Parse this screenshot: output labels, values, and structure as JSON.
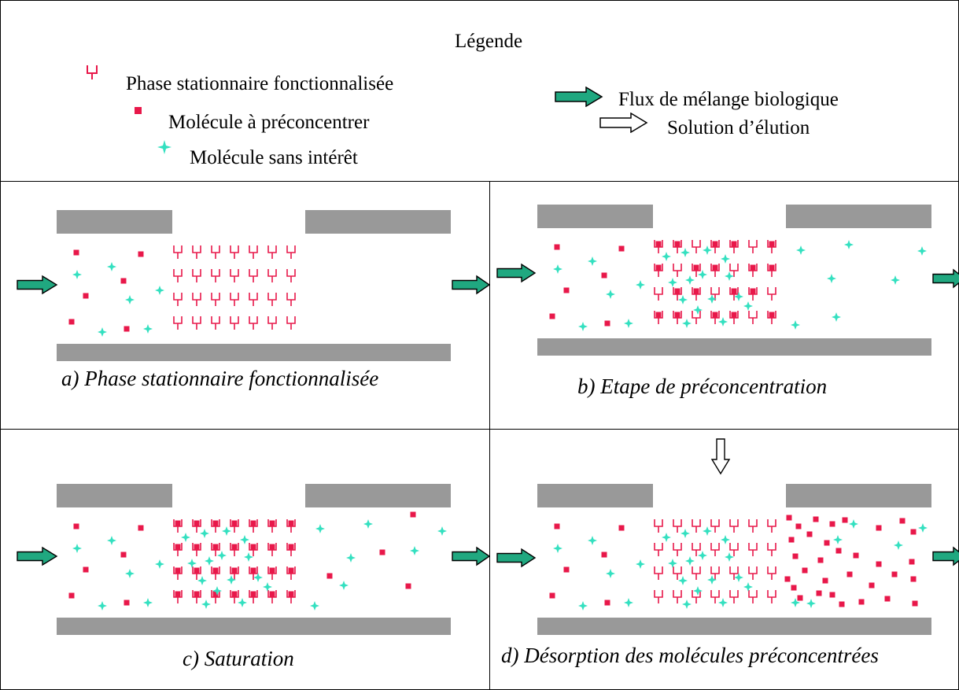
{
  "legend": {
    "title": "Légende",
    "items": {
      "stationary_phase": "Phase stationnaire fonctionnalisée",
      "target_molecule": "Molécule à préconcentrer",
      "other_molecule": "Molécule sans intérêt",
      "biological_flow": "Flux de mélange biologique",
      "elution_solution": "Solution d’élution"
    }
  },
  "panels": {
    "a": {
      "caption": "a) Phase stationnaire fonctionnalisée"
    },
    "b": {
      "caption": "b) Etape de préconcentration"
    },
    "c": {
      "caption": "c) Saturation"
    },
    "d": {
      "caption": "d) Désorption des molécules préconcentrées"
    }
  },
  "colors": {
    "channel_wall": "#999999",
    "stationary_phase": "#e8184a",
    "target_molecule": "#e8184a",
    "other_molecule": "#33e0c0",
    "flow_arrow": "#20a880"
  }
}
